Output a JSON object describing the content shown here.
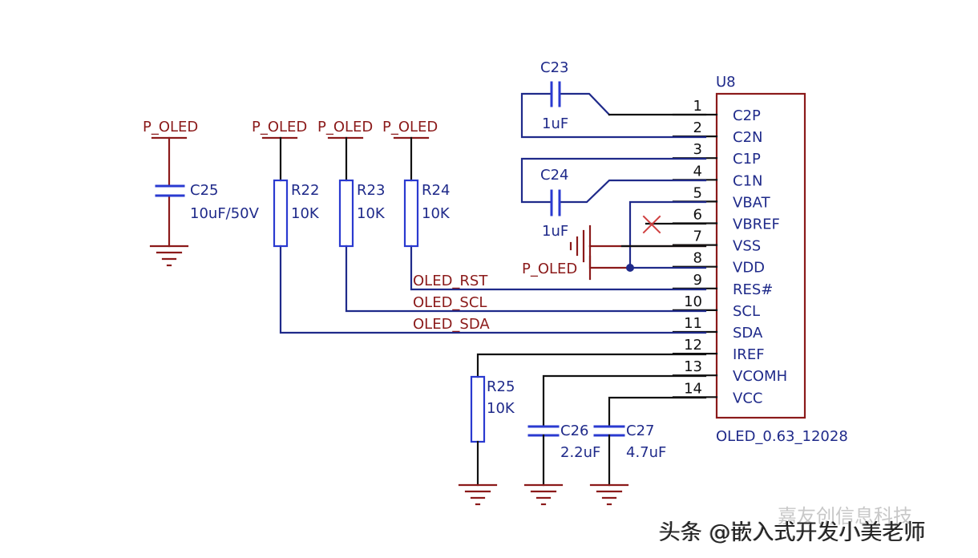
{
  "colors": {
    "power": "#8b1a1a",
    "component": "#1f2a8a",
    "wire_blue": "#1f2a8a",
    "wire_black": "#111111",
    "ic_box": "#8b1a1a",
    "no_connect": "#d04040"
  },
  "ic": {
    "ref": "U8",
    "value": "OLED_0.63_12028",
    "pins": [
      {
        "num": "1",
        "name": "C2P"
      },
      {
        "num": "2",
        "name": "C2N"
      },
      {
        "num": "3",
        "name": "C1P"
      },
      {
        "num": "4",
        "name": "C1N"
      },
      {
        "num": "5",
        "name": "VBAT"
      },
      {
        "num": "6",
        "name": "VBREF"
      },
      {
        "num": "7",
        "name": "VSS"
      },
      {
        "num": "8",
        "name": "VDD"
      },
      {
        "num": "9",
        "name": "RES#"
      },
      {
        "num": "10",
        "name": "SCL"
      },
      {
        "num": "11",
        "name": "SDA"
      },
      {
        "num": "12",
        "name": "IREF"
      },
      {
        "num": "13",
        "name": "VCOMH"
      },
      {
        "num": "14",
        "name": "VCC"
      }
    ]
  },
  "capacitors": {
    "c23": {
      "ref": "C23",
      "value": "1uF"
    },
    "c24": {
      "ref": "C24",
      "value": "1uF"
    },
    "c25": {
      "ref": "C25",
      "value": "10uF/50V"
    },
    "c26": {
      "ref": "C26",
      "value": "2.2uF"
    },
    "c27": {
      "ref": "C27",
      "value": "4.7uF"
    }
  },
  "resistors": {
    "r22": {
      "ref": "R22",
      "value": "10K"
    },
    "r23": {
      "ref": "R23",
      "value": "10K"
    },
    "r24": {
      "ref": "R24",
      "value": "10K"
    },
    "r25": {
      "ref": "R25",
      "value": "10K"
    }
  },
  "power_nets": {
    "p1": "P_OLED",
    "p2": "P_OLED",
    "p3": "P_OLED",
    "p4": "P_OLED",
    "p5": "P_OLED"
  },
  "net_labels": {
    "rst": "OLED_RST",
    "scl": "OLED_SCL",
    "sda": "OLED_SDA"
  },
  "watermark": {
    "faint": "嘉友创信息科技",
    "main": "头条 @嵌入式开发小美老师"
  }
}
